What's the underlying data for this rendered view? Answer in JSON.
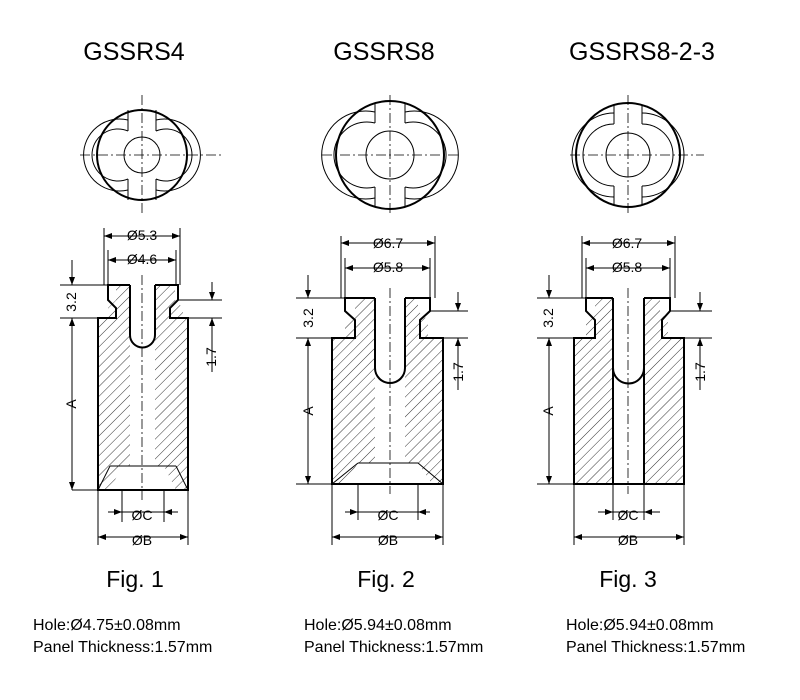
{
  "parts": [
    {
      "model": "GSSRS4",
      "figure": "Fig. 1",
      "dims": {
        "outer_top": "Ø5.3",
        "inner_top": "Ø4.6",
        "flange": "3.2",
        "slot": "1.7",
        "length": "A",
        "bore": "ØC",
        "body": "ØB"
      },
      "hole": "Hole:Ø4.75±0.08mm",
      "panel": "Panel Thickness:1.57mm"
    },
    {
      "model": "GSSRS8",
      "figure": "Fig. 2",
      "dims": {
        "outer_top": "Ø6.7",
        "inner_top": "Ø5.8",
        "flange": "3.2",
        "slot": "1.7",
        "length": "A",
        "bore": "ØC",
        "body": "ØB"
      },
      "hole": "Hole:Ø5.94±0.08mm",
      "panel": "Panel Thickness:1.57mm"
    },
    {
      "model": "GSSRS8-2-3",
      "figure": "Fig. 3",
      "dims": {
        "outer_top": "Ø6.7",
        "inner_top": "Ø5.8",
        "flange": "3.2",
        "slot": "1.7",
        "length": "A",
        "bore": "ØC",
        "body": "ØB"
      },
      "hole": "Hole:Ø5.94±0.08mm",
      "panel": "Panel Thickness:1.57mm"
    }
  ]
}
